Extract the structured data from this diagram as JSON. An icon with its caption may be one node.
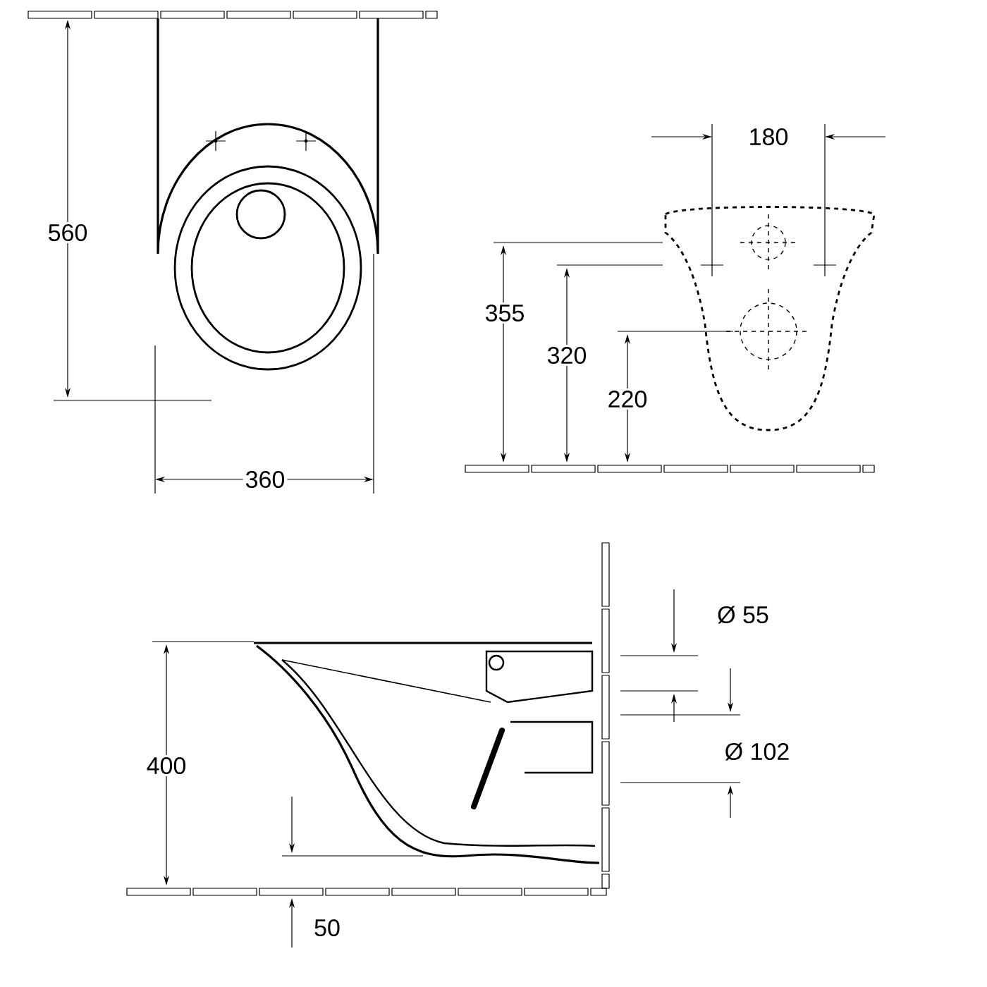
{
  "diagram": {
    "labels": [
      "560",
      "360",
      "180",
      "355",
      "320",
      "220",
      "Ø 55",
      "Ø 102",
      "400",
      "50"
    ]
  }
}
